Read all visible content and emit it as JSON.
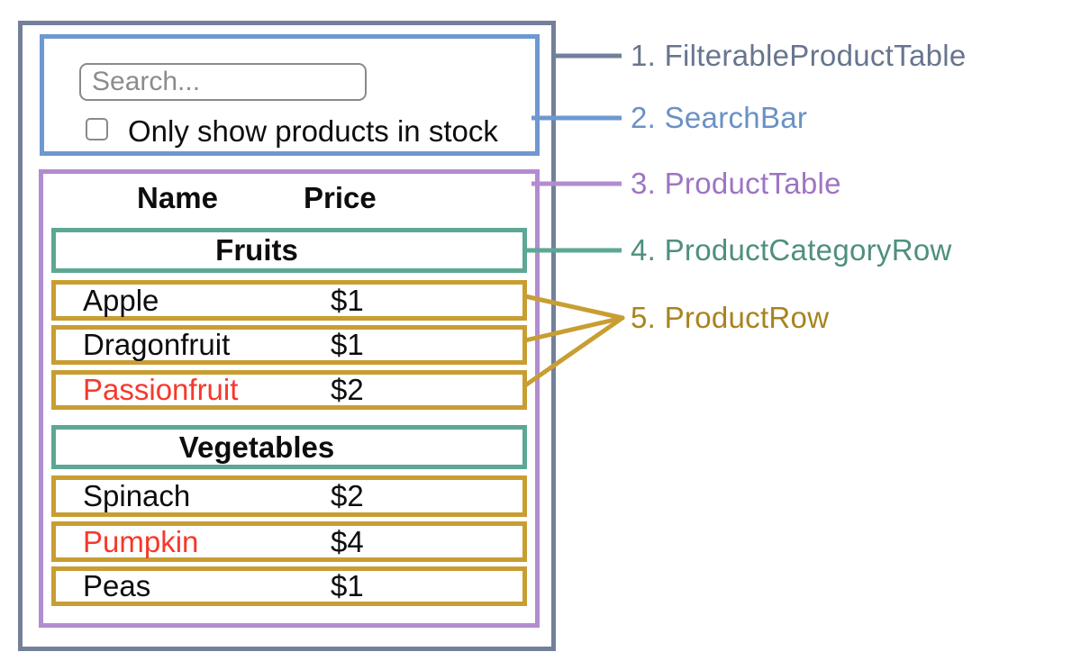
{
  "search_bar": {
    "placeholder": "Search...",
    "checkbox_label": "Only show products in stock",
    "checkbox_checked": false
  },
  "table": {
    "header_name": "Name",
    "header_price": "Price",
    "sections": [
      {
        "category": "Fruits",
        "rows": [
          {
            "name": "Apple",
            "price": "$1",
            "name_color": "#0d0d0d"
          },
          {
            "name": "Dragonfruit",
            "price": "$1",
            "name_color": "#0d0d0d"
          },
          {
            "name": "Passionfruit",
            "price": "$2",
            "name_color": "#f5392b"
          }
        ]
      },
      {
        "category": "Vegetables",
        "rows": [
          {
            "name": "Spinach",
            "price": "$2",
            "name_color": "#0d0d0d"
          },
          {
            "name": "Pumpkin",
            "price": "$4",
            "name_color": "#f5392b"
          },
          {
            "name": "Peas",
            "price": "$1",
            "name_color": "#0d0d0d"
          }
        ]
      }
    ]
  },
  "legend": [
    {
      "text": "1. FilterableProductTable",
      "color": "#68758f"
    },
    {
      "text": "2. SearchBar",
      "color": "#6a91c5"
    },
    {
      "text": "3. ProductTable",
      "color": "#9e74c3"
    },
    {
      "text": "4. ProductCategoryRow",
      "color": "#4e8f7e"
    },
    {
      "text": "5. ProductRow",
      "color": "#a8841f"
    }
  ],
  "colors": {
    "filterable_product_table_border": "#73809a",
    "search_bar_border": "#6d98d0",
    "product_table_border": "#b28cd0",
    "product_category_row_border": "#5da795",
    "product_row_border": "#c89e33",
    "out_of_stock_text": "#f5392b",
    "in_stock_text": "#0d0d0d",
    "input_border": "#8a8a8a",
    "placeholder_text": "#8c8c8c"
  }
}
